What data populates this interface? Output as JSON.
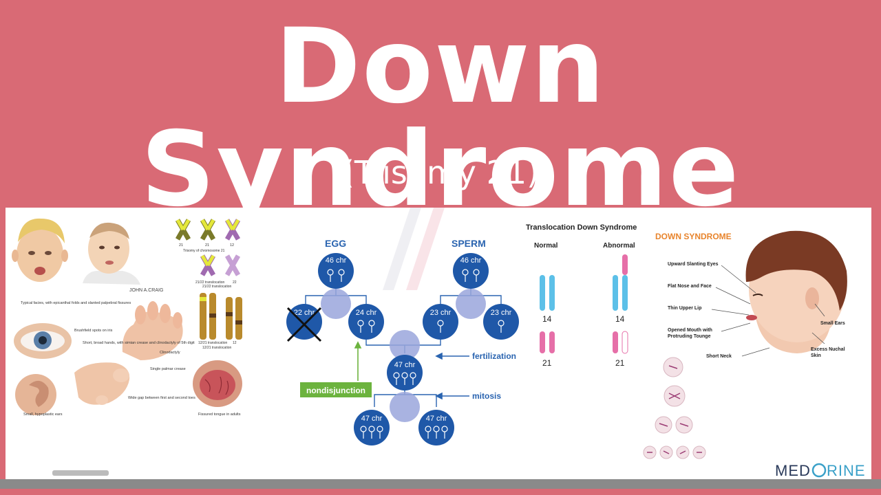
{
  "title": "Down Syndrome",
  "subtitle": "(Trisomy 21)",
  "clinical": {
    "face_caption": "Typical facies, with epicanthal folds and slanted palpebral fissures",
    "iris_caption": "Brushfield spots on iris",
    "hand_caption": "Short, broad hands, with simian crease and clinodactyly of 5th digit",
    "clinodactyly": "Clinodactyly",
    "palmar": "Single palmar crease",
    "ear_caption": "Small, hypoplastic ears",
    "toes_caption": "Wide gap between first and second toes",
    "tongue_caption": "Fissured tongue in adults",
    "artist": "JOHN A.CRAIG",
    "chrom_row1_labels": [
      "21",
      "21",
      "12"
    ],
    "chrom_row1_caption": "Trisomy of chromosome 21",
    "chrom_row2_caption": "21/22 translocation",
    "chrom_row2_label": "22",
    "chrom_row2_caption2": "21/22 translocation",
    "chrom_row3_caption": "12/21 translocation",
    "chrom_row3_label": "12",
    "chrom_row3_caption2": "12/21 translocation"
  },
  "nondisjunction": {
    "egg": "EGG",
    "sperm": "SPERM",
    "egg_cell": "46 chr",
    "sperm_cell": "46 chr",
    "egg_gamete_a": "22 chr",
    "egg_gamete_b": "24 chr",
    "sperm_gamete_a": "23 chr",
    "sperm_gamete_b": "23 chr",
    "zygote": "47 chr",
    "daughter_a": "47 chr",
    "daughter_b": "47 chr",
    "fertilization": "fertilization",
    "mitosis": "mitosis",
    "nondisjunction": "nondisjunction",
    "colors": {
      "cell": "#1f58a8",
      "link": "#9aa6dc",
      "label": "#2a64b0",
      "green": "#6cb33e"
    }
  },
  "translocation": {
    "title": "Translocation Down Syndrome",
    "normal": "Normal",
    "abnormal": "Abnormal",
    "chr14": "14",
    "chr21": "21",
    "chr14b": "14",
    "chr21b": "21",
    "colors": {
      "blue": "#5cc0e8",
      "pink": "#e66fa8"
    }
  },
  "features": {
    "title": "DOWN SYNDROME",
    "labels": [
      "Upward Slanting Eyes",
      "Flat Nose and Face",
      "Thin Upper Lip",
      "Opened Mouth with",
      "Protruding Tounge",
      "Short Neck",
      "Small Ears",
      "Excess Nuchal",
      "Skin"
    ],
    "title_color": "#e8842c"
  },
  "logo": {
    "left": "MED",
    "right": "RINE"
  }
}
